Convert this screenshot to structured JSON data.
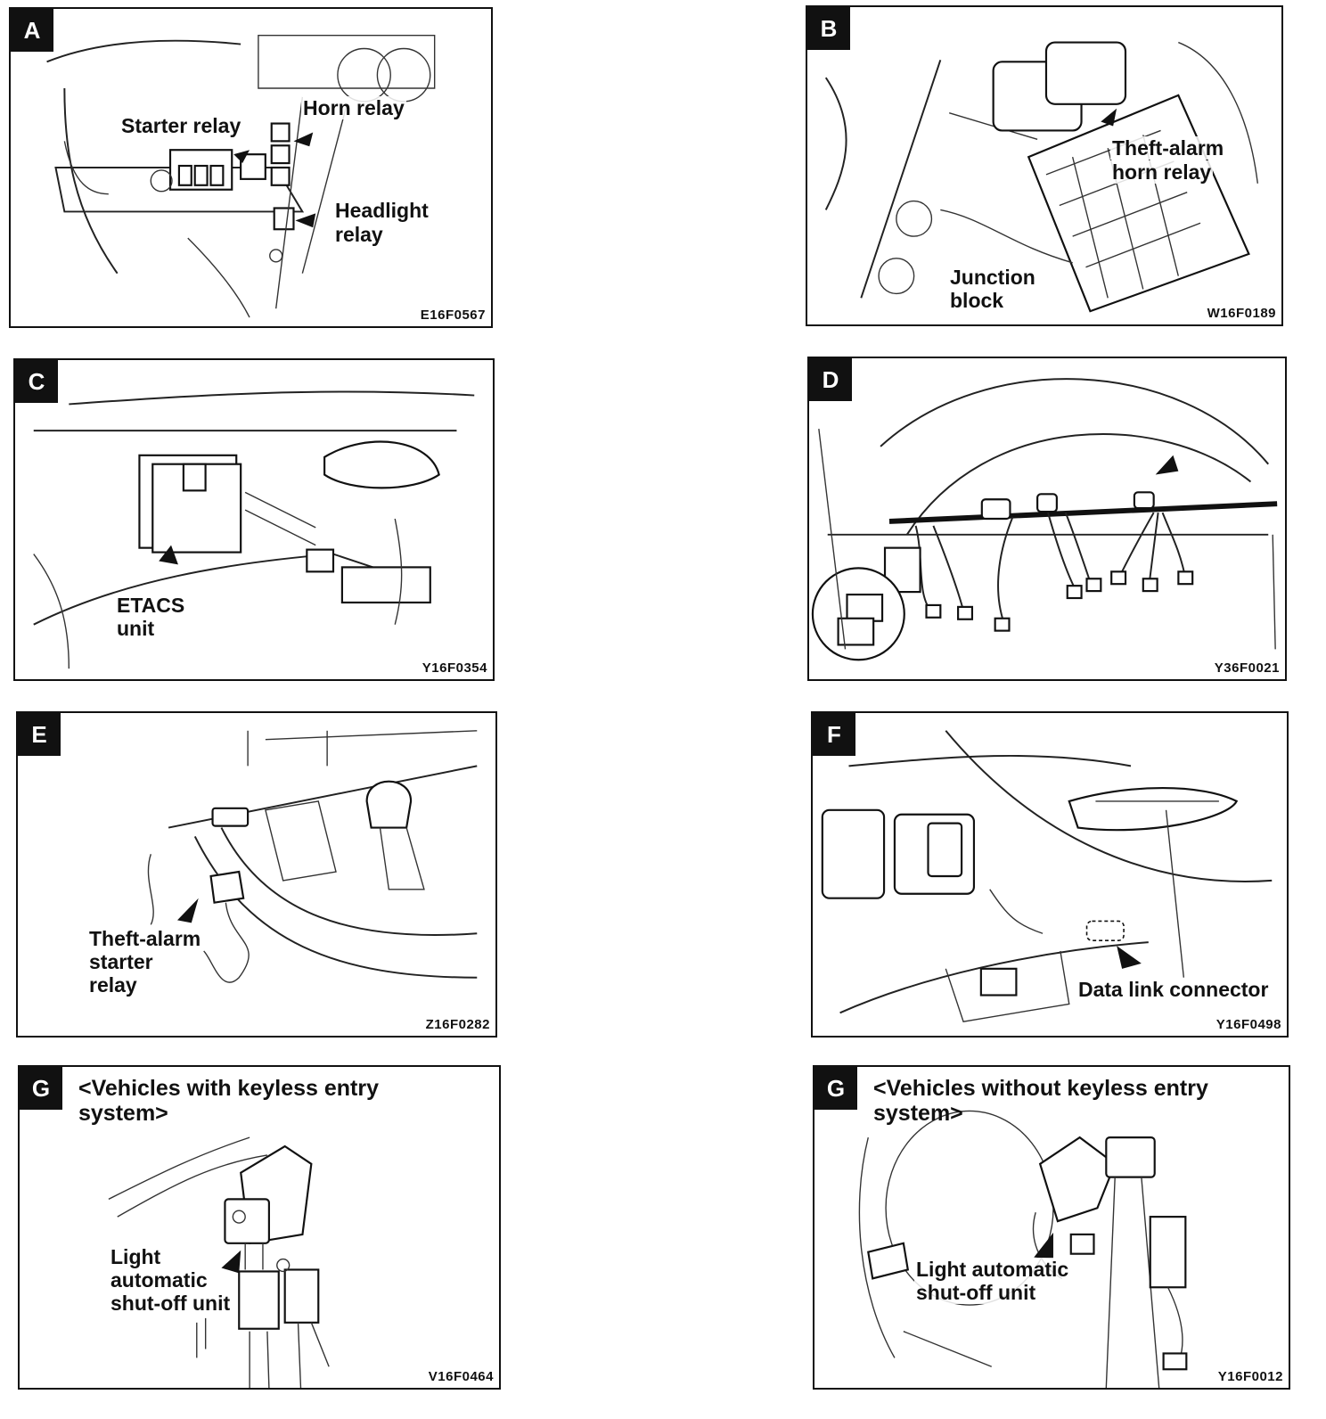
{
  "panels": [
    {
      "badge": "A",
      "labels": [
        "Starter relay",
        "Horn relay",
        "Headlight",
        "relay"
      ],
      "code": "E16F0567"
    },
    {
      "badge": "B",
      "labels": [
        "Theft-alarm",
        "horn relay",
        "Junction",
        "block"
      ],
      "code": "W16F0189"
    },
    {
      "badge": "C",
      "labels": [
        "ETACS",
        "unit"
      ],
      "code": "Y16F0354"
    },
    {
      "badge": "D",
      "labels": [],
      "code": "Y36F0021"
    },
    {
      "badge": "E",
      "labels": [
        "Theft-alarm",
        "starter",
        "relay"
      ],
      "code": "Z16F0282"
    },
    {
      "badge": "F",
      "labels": [
        "Data link connector"
      ],
      "code": "Y16F0498"
    },
    {
      "badge": "G",
      "note": "<Vehicles with keyless entry system>",
      "labels": [
        "Light",
        "automatic",
        "shut-off unit"
      ],
      "code": "V16F0464"
    },
    {
      "badge": "G",
      "note": "<Vehicles without keyless entry system>",
      "labels": [
        "Light automatic",
        "shut-off unit"
      ],
      "code": "Y16F0012"
    }
  ]
}
